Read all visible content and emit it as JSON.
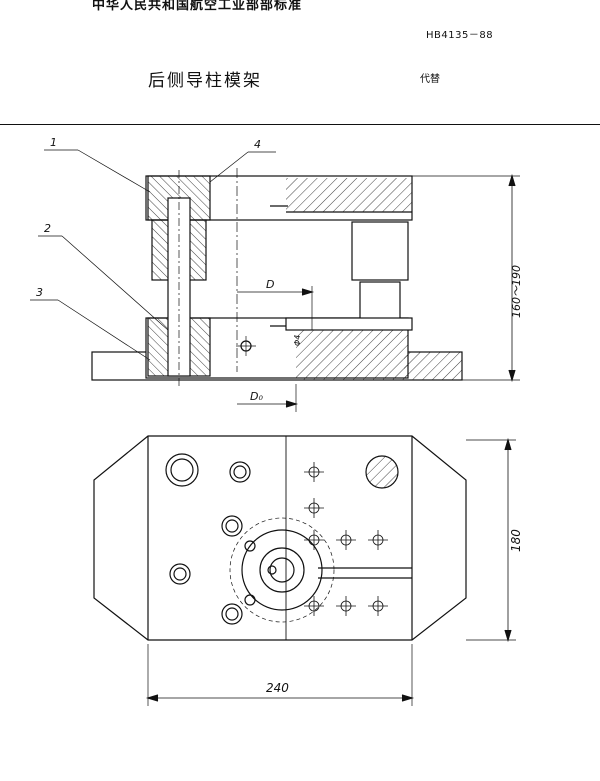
{
  "header": {
    "organization": "中华人民共和国航空工业部部标准",
    "standard_no": "HB4135－88",
    "title": "后侧导柱模架",
    "replaces": "代替"
  },
  "drawing": {
    "front_view": {
      "part_labels": [
        "1",
        "4",
        "2",
        "3"
      ],
      "dim_D": "D",
      "dim_D0": "D₀",
      "dim_height": "160～190",
      "dim_hole": "Φ4"
    },
    "top_view": {
      "dim_width": "240",
      "dim_depth": "180"
    }
  }
}
